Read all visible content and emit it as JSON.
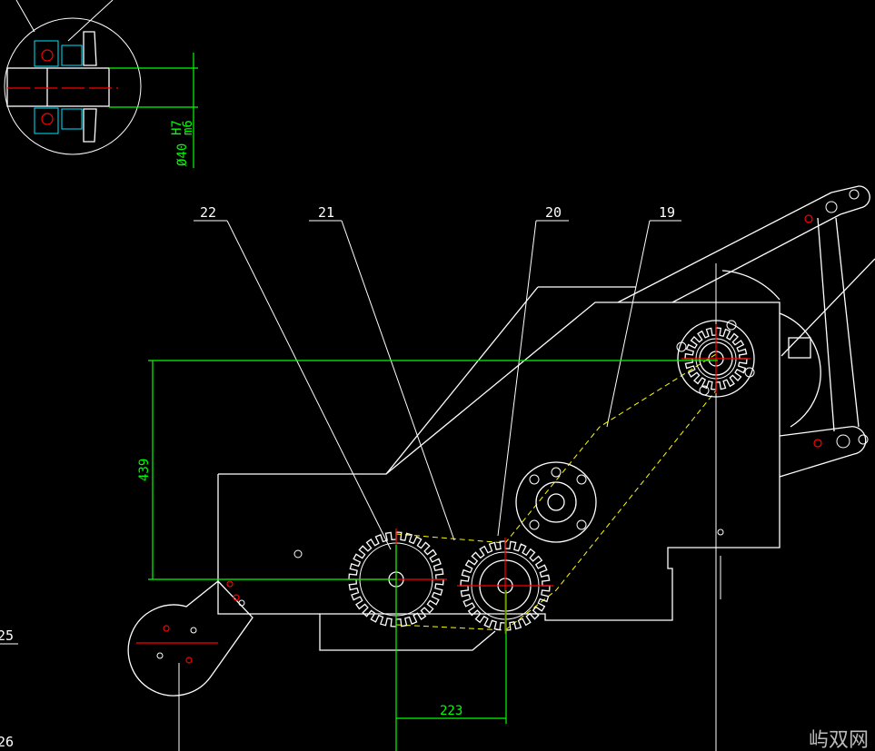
{
  "drawing": {
    "part_labels": [
      "22",
      "21",
      "20",
      "19"
    ],
    "edge_labels": [
      "25",
      "26"
    ],
    "dimensions": {
      "vertical_height": "439",
      "gear_center_distance": "223",
      "shaft_fit": "Ø40",
      "fit_upper": "H7",
      "fit_lower": "m6"
    },
    "watermark": "屿双网"
  },
  "colors": {
    "background": "#000000",
    "outline": "#ffffff",
    "dimension": "#00ff00",
    "centerline": "#ff0000",
    "chain": "#ffff00",
    "hatch": "#00e5ff"
  }
}
